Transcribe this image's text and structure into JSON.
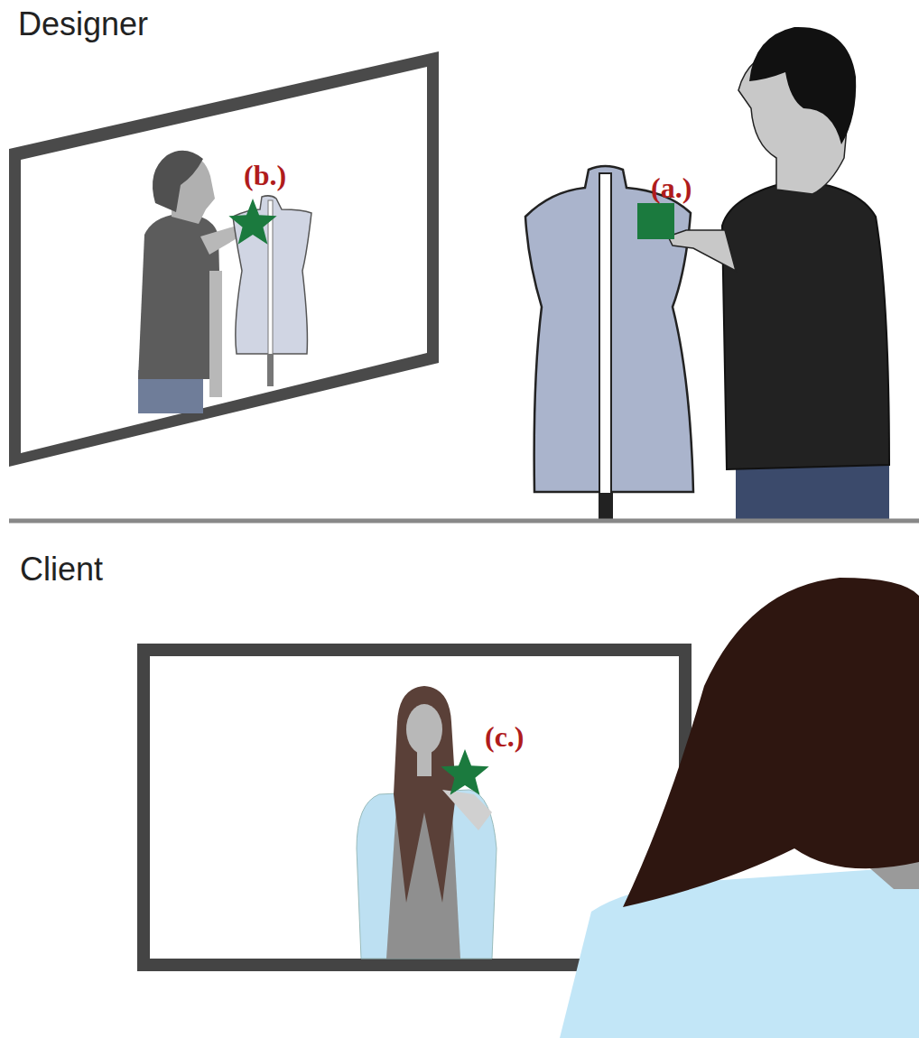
{
  "diagram": {
    "labels": [
      "Designer",
      "(b.)",
      "(a.)",
      "Client",
      "(c.)"
    ]
  }
}
